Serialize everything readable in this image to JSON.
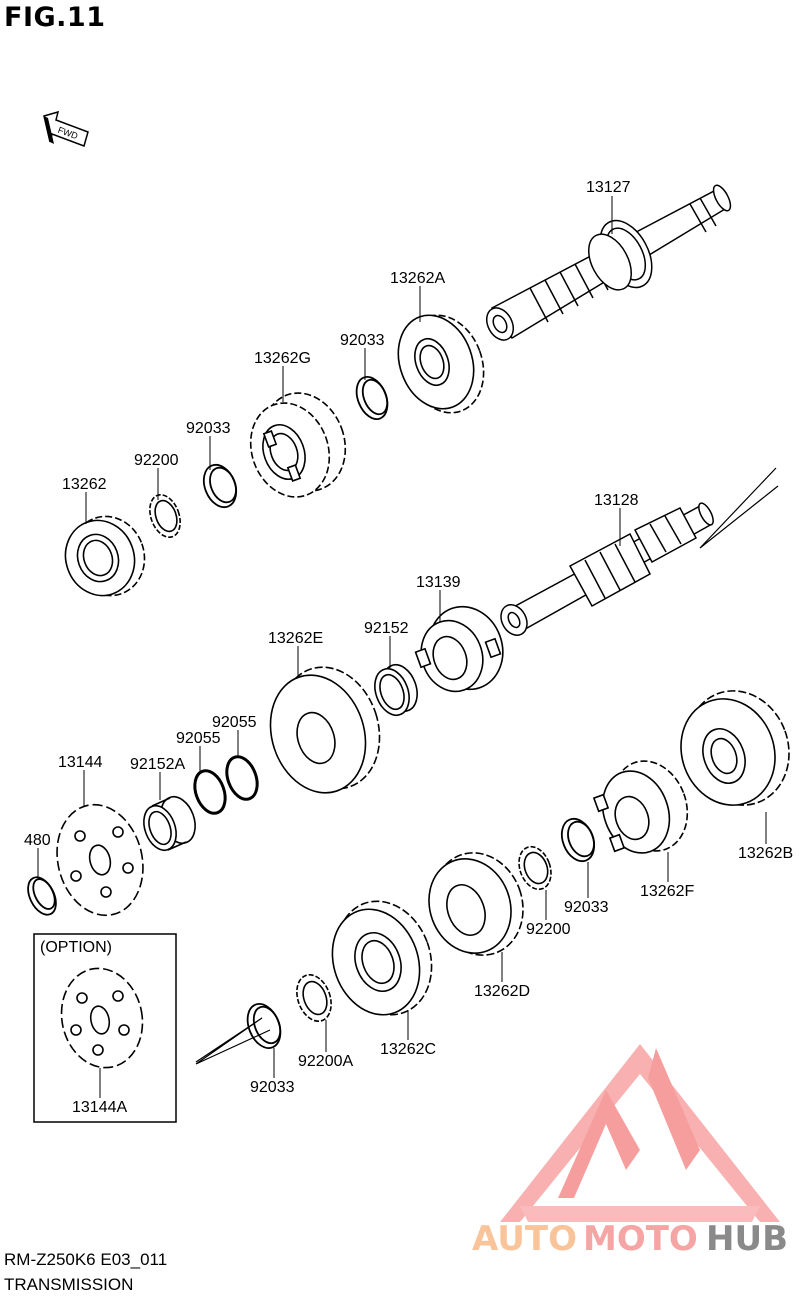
{
  "figure_title": "FIG.11",
  "fwd_label": "FWD",
  "option_label": "(OPTION)",
  "model_code": "RM-Z250K6 E03_011",
  "section_title": "TRANSMISSION",
  "watermark": {
    "part1": "AUTO",
    "part2": "MOTO",
    "part3": "HUB",
    "colors": {
      "auto": "#f9c49a",
      "moto": "#f6a5a5",
      "hub": "#8a8a8a",
      "logo": "#f58e8e"
    }
  },
  "part_labels": {
    "p13127": "13127",
    "p13262A": "13262A",
    "p92033_a": "92033",
    "p13262G": "13262G",
    "p92033_b": "92033",
    "p92200_a": "92200",
    "p13262": "13262",
    "p13128": "13128",
    "p13139": "13139",
    "p92152": "92152",
    "p13262E": "13262E",
    "p92055_a": "92055",
    "p92055_b": "92055",
    "p92152A": "92152A",
    "p13144": "13144",
    "p480": "480",
    "p13262B": "13262B",
    "p13262F": "13262F",
    "p92033_c": "92033",
    "p92200_b": "92200",
    "p13262D": "13262D",
    "p13262C": "13262C",
    "p92200A": "92200A",
    "p92033_d": "92033",
    "p13144A": "13144A"
  }
}
